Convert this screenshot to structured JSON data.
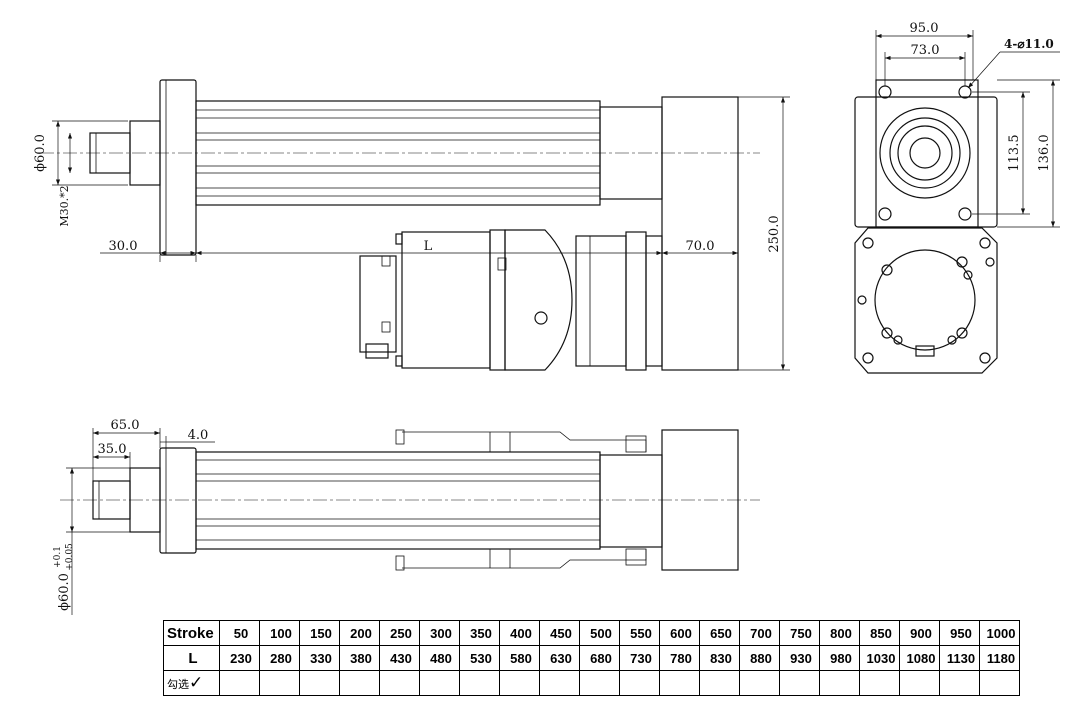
{
  "dimensions": {
    "diameter_60": "ϕ60.0",
    "thread": "M30.*2",
    "flange_offset": "30.0",
    "length_label": "L",
    "motor_offset": "70.0",
    "height_250": "250.0",
    "width_95": "95.0",
    "width_73": "73.0",
    "holes": "4-⌀11.0",
    "height_113": "113.5",
    "height_136": "136.0",
    "rod_65": "65.0",
    "rod_35": "35.0",
    "gap_4": "4.0",
    "diameter_tol": "ϕ60.0",
    "tol_upper": "+0.1",
    "tol_lower": "+0.05"
  },
  "table": {
    "stroke_label": "Stroke",
    "length_label": "L",
    "select_label": "勾选",
    "select_mark": "✓",
    "strokes": [
      "50",
      "100",
      "150",
      "200",
      "250",
      "300",
      "350",
      "400",
      "450",
      "500",
      "550",
      "600",
      "650",
      "700",
      "750",
      "800",
      "850",
      "900",
      "950",
      "1000"
    ],
    "lengths": [
      "230",
      "280",
      "330",
      "380",
      "430",
      "480",
      "530",
      "580",
      "630",
      "680",
      "730",
      "780",
      "830",
      "880",
      "930",
      "980",
      "1030",
      "1080",
      "1130",
      "1180"
    ]
  }
}
